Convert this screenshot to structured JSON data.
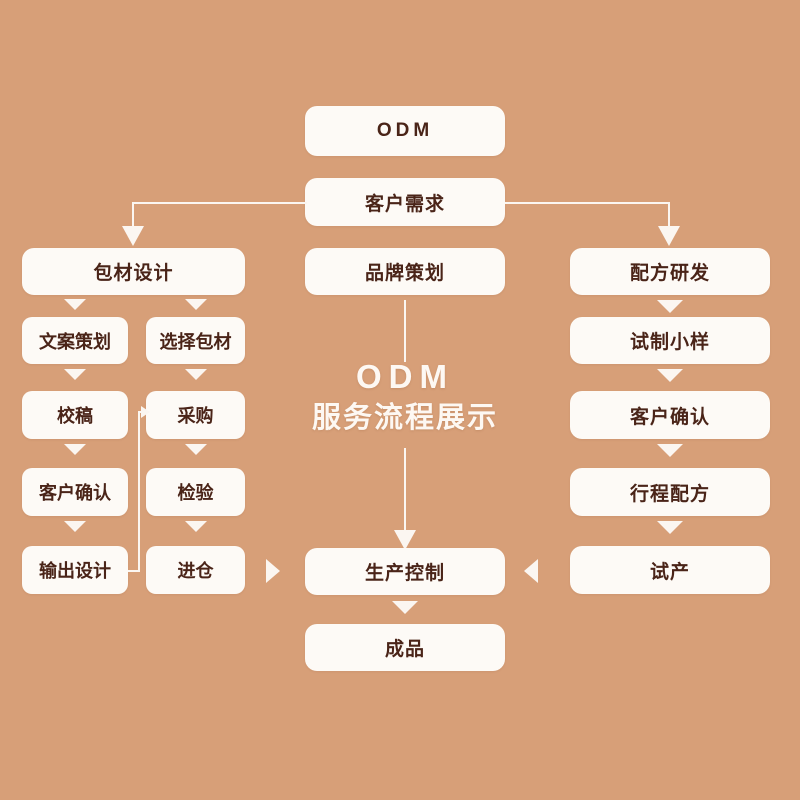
{
  "background_color": "#d79f78",
  "node_color": "#fdfaf6",
  "node_text_color": "#4a2418",
  "connector_color": "#fbf6f1",
  "title_color": "#fdf8f3",
  "center_title": {
    "line1": "ODM",
    "line2": "服务流程展示"
  },
  "top": {
    "odm": "ODM",
    "requirement": "客户需求"
  },
  "columns": {
    "left": {
      "head": "包材设计",
      "track_a": [
        "文案策划",
        "校稿",
        "客户确认",
        "输出设计"
      ],
      "track_b": [
        "选择包材",
        "采购",
        "检验",
        "进仓"
      ]
    },
    "center": {
      "head": "品牌策划",
      "production": "生产控制",
      "finished": "成品"
    },
    "right": {
      "head": "配方研发",
      "steps": [
        "试制小样",
        "客户确认",
        "行程配方",
        "试产"
      ]
    }
  }
}
